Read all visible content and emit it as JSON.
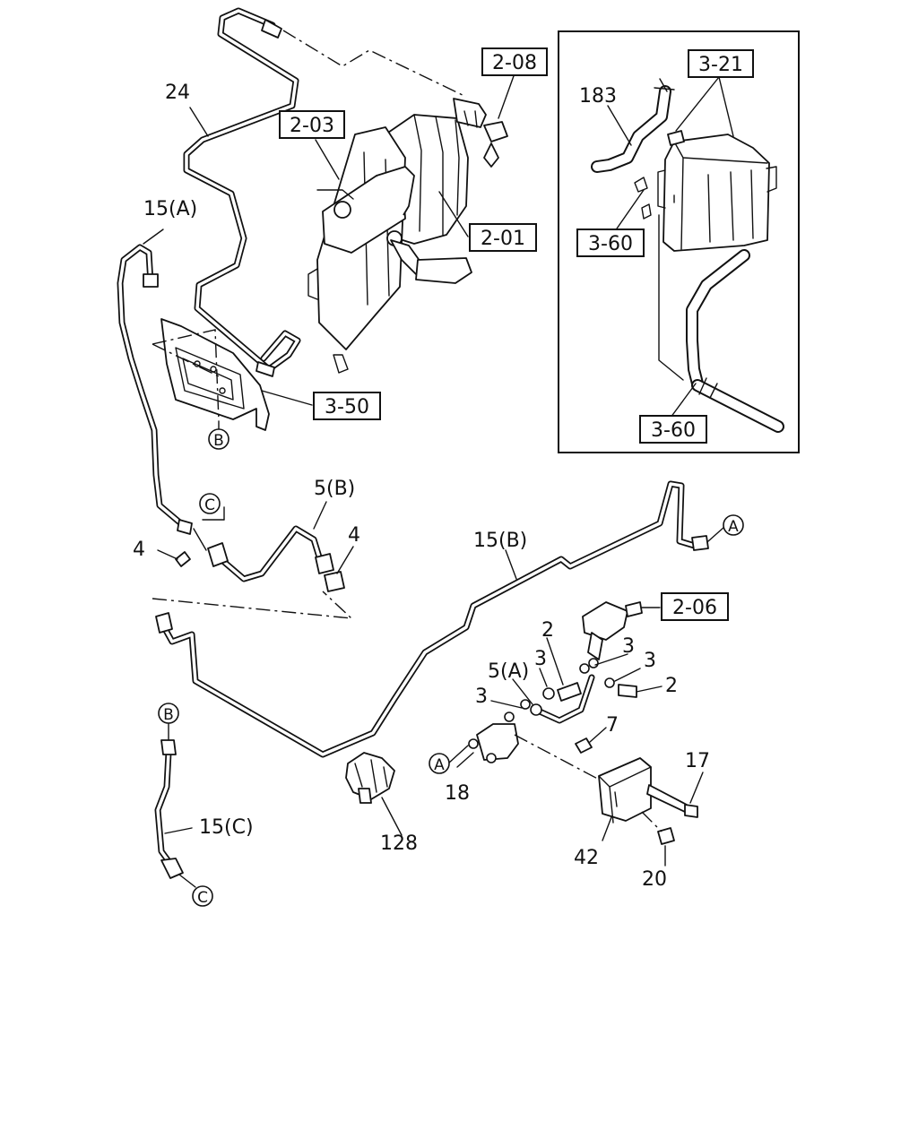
{
  "callouts": {
    "ref_2_08": "2-08",
    "ref_2_03": "2-03",
    "ref_2_01": "2-01",
    "ref_3_21": "3-21",
    "ref_3_60_a": "3-60",
    "ref_3_60_b": "3-60",
    "ref_3_50": "3-50",
    "ref_2_06": "2-06"
  },
  "labels": {
    "p24": "24",
    "p15a": "15(A)",
    "p183": "183",
    "p5b": "5(B)",
    "p4a": "4",
    "p4b": "4",
    "p15b": "15(B)",
    "p2a": "2",
    "p3a": "3",
    "p3b": "3",
    "p3c": "3",
    "p3d": "3",
    "p2b": "2",
    "p5a": "5(A)",
    "p7": "7",
    "p17": "17",
    "p18": "18",
    "p42": "42",
    "p20": "20",
    "p128": "128",
    "p15c": "15(C)"
  },
  "markers": {
    "b_top": "B",
    "c_top": "C",
    "a_right": "A",
    "a_left": "A",
    "b_bottom": "B",
    "c_bottom": "C"
  }
}
